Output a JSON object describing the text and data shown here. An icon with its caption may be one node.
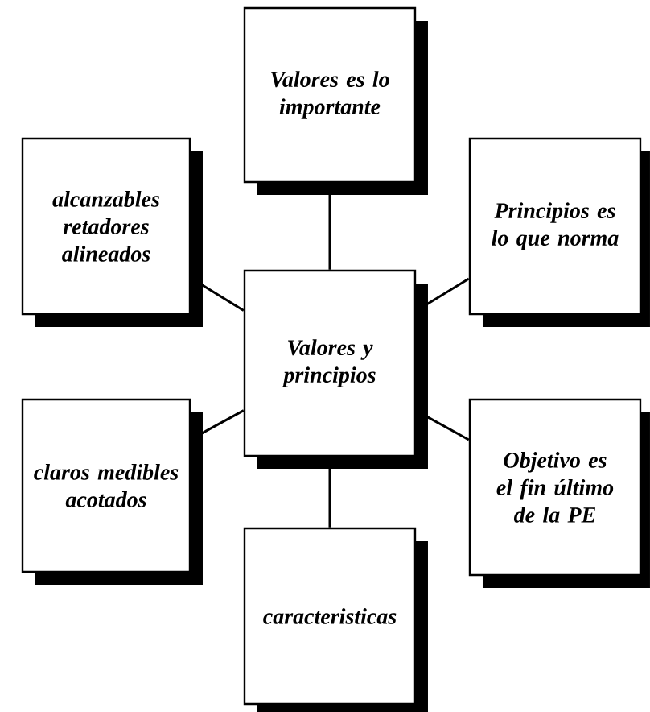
{
  "diagram": {
    "nodes": [
      {
        "text": [
          "Valores es lo importante"
        ]
      },
      {
        "text": [
          "alcanzables retadores alineados"
        ]
      },
      {
        "text": [
          "Principios es lo que norma"
        ]
      },
      {
        "text": [
          "Valores y principios"
        ]
      },
      {
        "text": [
          "claros medibles acotados"
        ]
      },
      {
        "text": [
          "Objetivo es el fin último de la PE"
        ]
      },
      {
        "text": [
          "caracteristicas"
        ]
      }
    ],
    "edges": [
      {
        "from": 3,
        "to": 0,
        "arrow": "none"
      },
      {
        "from": 3,
        "to": 1,
        "arrow": "none"
      },
      {
        "from": 3,
        "to": 2,
        "arrow": "none"
      },
      {
        "from": 3,
        "to": 4,
        "arrow": "none"
      },
      {
        "from": 3,
        "to": 5,
        "arrow": "none"
      },
      {
        "from": 3,
        "to": 6,
        "arrow": "none"
      }
    ]
  }
}
